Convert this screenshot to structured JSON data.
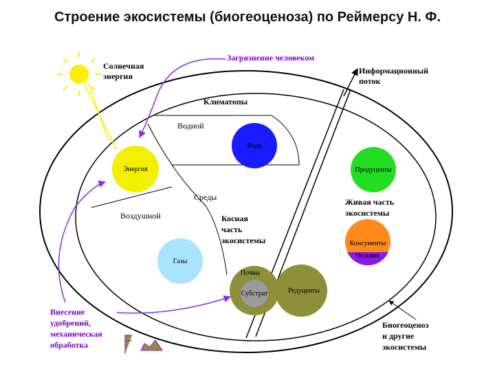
{
  "title": "Строение экосистемы (биогеоценоза) по Реймерсу Н. Ф.",
  "labels": {
    "solar_energy_1": "Солнечная",
    "solar_energy_2": "энергия",
    "pollution": "Загрязнение человеком",
    "info_flow_1": "Информационный",
    "info_flow_2": "поток",
    "climatopes": "Климатопы",
    "water_env": "Водной",
    "air_env": "Воздушной",
    "environments": "Среды",
    "inert_1": "Косная",
    "inert_2": "часть",
    "inert_3": "экосистемы",
    "living_1": "Живая часть",
    "living_2": "экосистемы",
    "fertilizer_1": "Внесение",
    "fertilizer_2": "удобрений,",
    "fertilizer_3": "механическая",
    "fertilizer_4": "обработка",
    "biogeo_1": "Биогеоценоз",
    "biogeo_2": "и другие",
    "biogeo_3": "экосистемы"
  },
  "circles": {
    "water": "Вода",
    "energy": "Энергия",
    "gases": "Газы",
    "soils": "Почвы",
    "substrate": "Субстрат",
    "reducers": "Редуценты",
    "producers": "Продуценты",
    "consumers": "Консументы",
    "human": "Человек"
  },
  "colors": {
    "water": "#1a1aff",
    "energy": "#f0f000",
    "gases": "#a8e4ff",
    "soil": "#8f8f3a",
    "substrate": "#9a9a9a",
    "producers": "#22dd22",
    "consumers": "#ff8a1a",
    "human": "#8a1ae0",
    "arrow_purple": "#8a2be2",
    "sun": "#ffee00"
  }
}
